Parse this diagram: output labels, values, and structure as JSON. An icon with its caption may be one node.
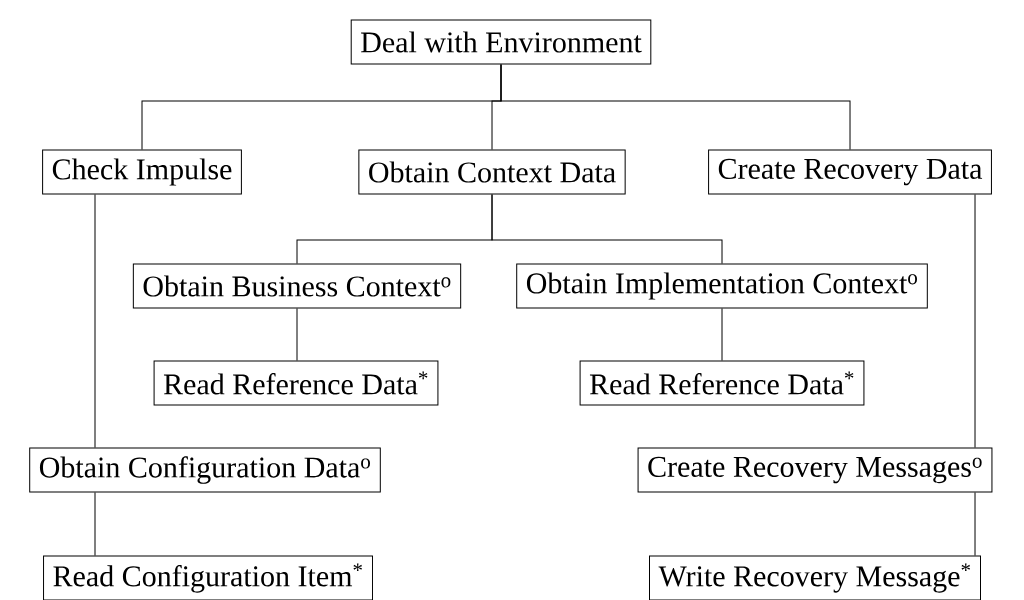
{
  "diagram": {
    "nodes": [
      {
        "text": [
          "Deal with Environment"
        ]
      },
      {
        "text": [
          "Check Impulse"
        ]
      },
      {
        "text": [
          "Obtain Context Data"
        ]
      },
      {
        "text": [
          "Create Recovery Data"
        ]
      },
      {
        "text": [
          "Obtain Business Context$^{o}$"
        ]
      },
      {
        "text": [
          "Obtain Implementation Context$^{o}$"
        ]
      },
      {
        "text": [
          "Read Reference Data$^{*}$"
        ]
      },
      {
        "text": [
          "Read Reference Data$^{*}$"
        ]
      },
      {
        "text": [
          "Obtain Configuration Data$^{o}$"
        ]
      },
      {
        "text": [
          "Create Recovery Messages$^{o}$"
        ]
      },
      {
        "text": [
          "Read Configuration Item$^{*}$"
        ]
      },
      {
        "text": [
          "Write Recovery Message$^{*}$"
        ]
      }
    ],
    "edges": [
      {
        "from": 0,
        "to": 1,
        "arrow": "none"
      },
      {
        "from": 0,
        "to": 2,
        "arrow": "none"
      },
      {
        "from": 0,
        "to": 3,
        "arrow": "none"
      },
      {
        "from": 2,
        "to": 4,
        "arrow": "none"
      },
      {
        "from": 2,
        "to": 5,
        "arrow": "none"
      },
      {
        "from": 4,
        "to": 6,
        "arrow": "none"
      },
      {
        "from": 5,
        "to": 7,
        "arrow": "none"
      },
      {
        "from": 1,
        "to": 8,
        "arrow": "none"
      },
      {
        "from": 8,
        "to": 10,
        "arrow": "none"
      },
      {
        "from": 3,
        "to": 9,
        "arrow": "none"
      },
      {
        "from": 9,
        "to": 11,
        "arrow": "none"
      }
    ]
  }
}
